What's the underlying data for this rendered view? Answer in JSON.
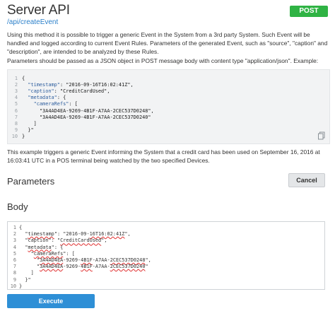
{
  "header": {
    "title": "Server API",
    "endpoint": "/api/createEvent",
    "method": "POST"
  },
  "description": {
    "para1": "Using this method it is possible to trigger a generic Event in the System from a 3rd party System. Such Event will be handled and logged according to current Event Rules. Parameters of the generated Event, such as \"source\", \"caption\" and \"description\", are intended to be analyzed by these Rules.",
    "para2": "Parameters should be passed as a JSON object in POST message body with content type \"application/json\". Example:"
  },
  "example_code": {
    "lines": [
      {
        "n": "1",
        "t": "{"
      },
      {
        "n": "2",
        "k": "\"timestamp\"",
        "v": ": \"2016-09-16T16:02:41Z\","
      },
      {
        "n": "3",
        "k": "\"caption\"",
        "v": ": \"CreditCardUsed\","
      },
      {
        "n": "4",
        "k": "\"metadata\"",
        "v": ": {"
      },
      {
        "n": "5",
        "k": "\"cameraRefs\"",
        "v": ": ["
      },
      {
        "n": "6",
        "t": "\"3A4AD4EA-9269-4B1F-A7AA-2CEC537D0248\","
      },
      {
        "n": "7",
        "t": "\"3A4AD4EA-9269-4B1F-A7AA-2CEC537D0240\""
      },
      {
        "n": "8",
        "t": "]"
      },
      {
        "n": "9",
        "t": "}\""
      },
      {
        "n": "10",
        "t": "}"
      }
    ]
  },
  "example_note": "This example triggers a generic Event informing the System that a credit card has been used on September 16, 2016 at 16:03:41 UTC in a POS terminal being watched by the two specified Devices.",
  "parameters": {
    "title": "Parameters",
    "cancel_label": "Cancel"
  },
  "body": {
    "title": "Body",
    "lines": [
      {
        "n": "1",
        "a": "{"
      },
      {
        "n": "2",
        "a": "\"",
        "sq": "timestamp",
        "b": "\": \"2016-09-",
        "sq2": "16T16:02:41Z",
        "c": "\","
      },
      {
        "n": "3",
        "a": "\"caption\": \"",
        "sq": "CreditCardUsed",
        "b": "\","
      },
      {
        "n": "4",
        "a": "\"",
        "sq": "metadata",
        "b": "\": {"
      },
      {
        "n": "5",
        "a": "\"",
        "sq": "cameraRefs",
        "b": "\": ["
      },
      {
        "n": "6",
        "a": "\"",
        "sq": "3A4AD4EA",
        "b": "-9269-",
        "sq2": "4B1F",
        "c": "-A7AA-",
        "sq3": "2CEC537D0248",
        "d": "\","
      },
      {
        "n": "7",
        "a": "\"",
        "sq": "3A4AD4EA",
        "b": "-9269-",
        "sq2": "4B1F",
        "c": "-A7AA-",
        "sq3": "2CEC537D0240",
        "d": "\""
      },
      {
        "n": "8",
        "a": "]"
      },
      {
        "n": "9",
        "a": "}\""
      },
      {
        "n": "10",
        "a": "}"
      }
    ]
  },
  "execute_label": "Execute",
  "icons": {
    "copy": "copy-icon"
  },
  "colors": {
    "badge": "#2fb344",
    "execute": "#2e8fd6",
    "link": "#2a7fc9"
  }
}
